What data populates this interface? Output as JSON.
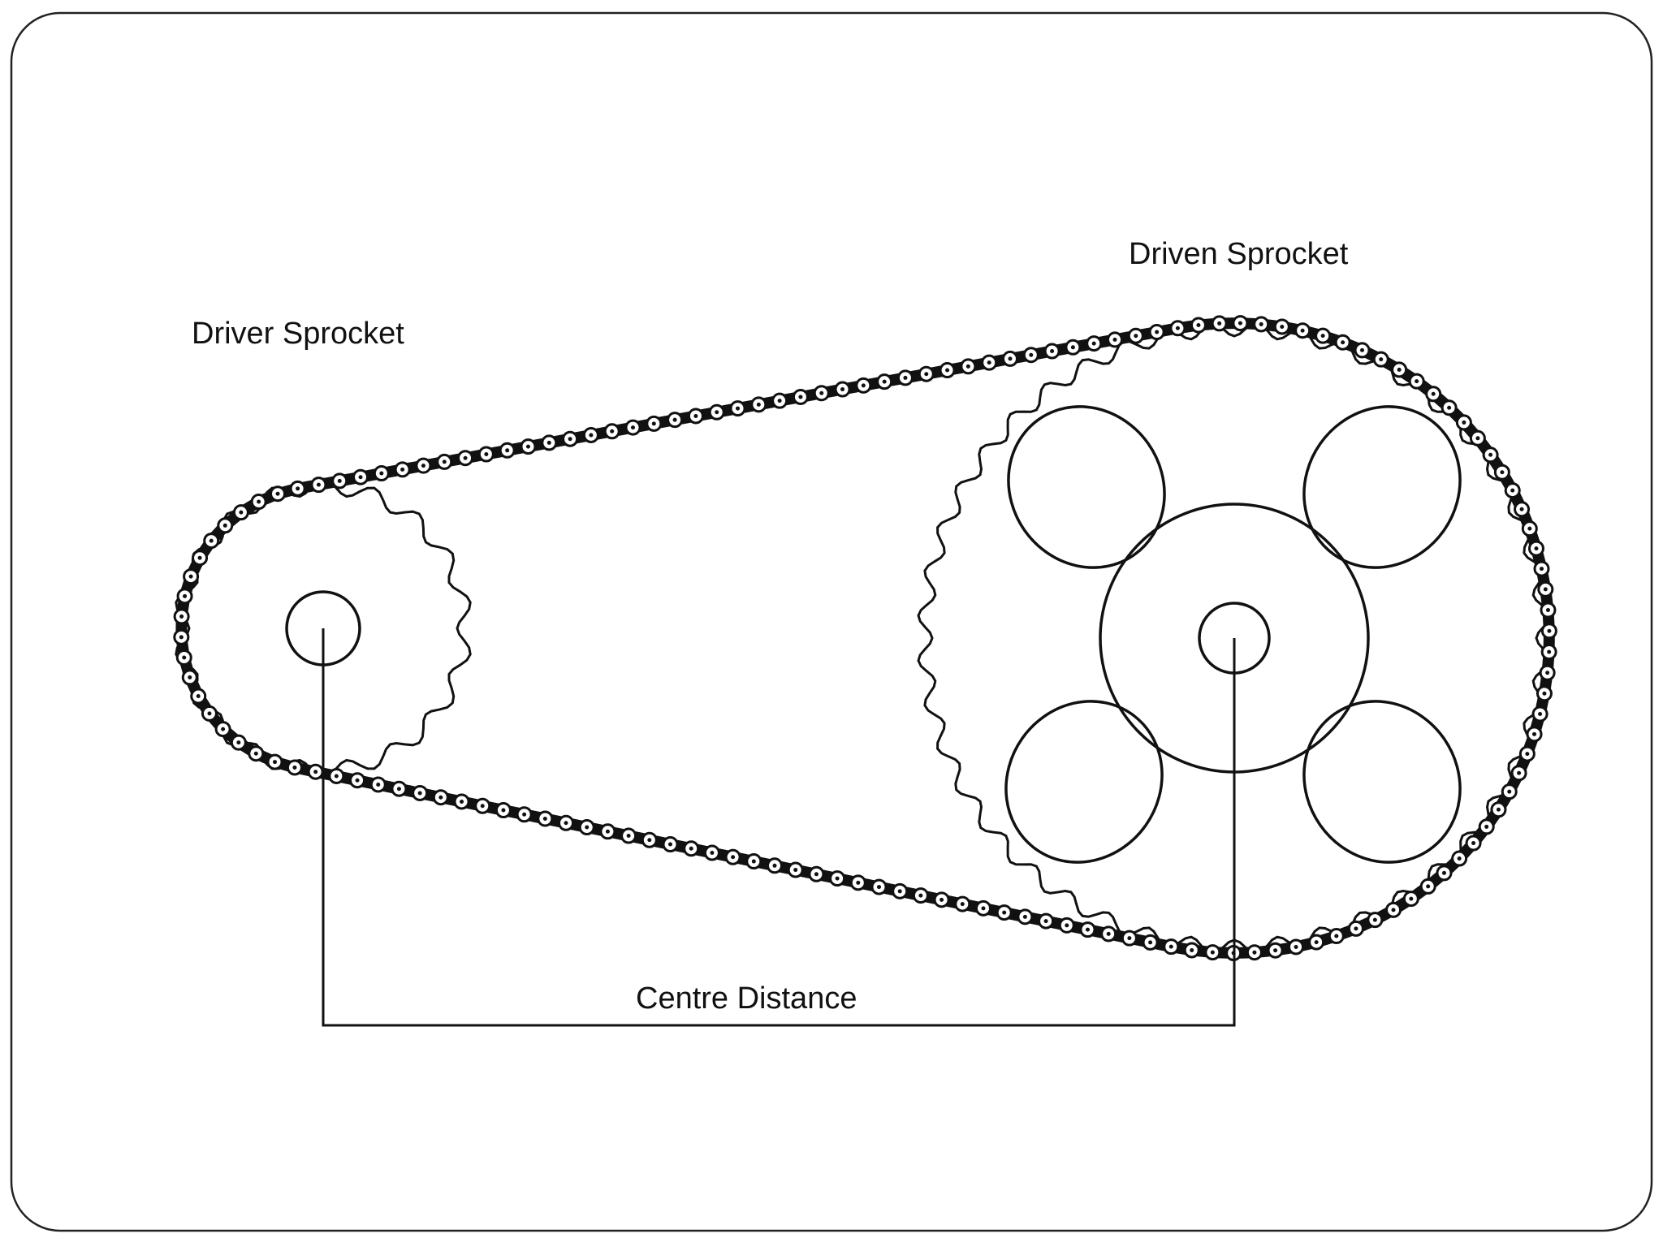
{
  "labels": {
    "driver": "Driver Sprocket",
    "driven": "Driven Sprocket",
    "centre_distance": "Centre Distance"
  },
  "colors": {
    "ink": "#111111",
    "frame": "#222222",
    "background": "#ffffff"
  }
}
